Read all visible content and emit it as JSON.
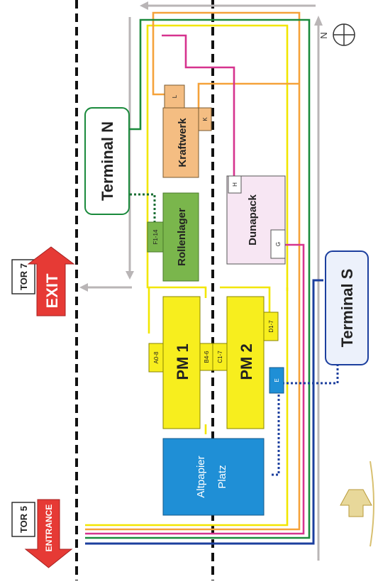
{
  "gates": {
    "tor5": "TOR 5",
    "tor7": "TOR 7",
    "entrance": "ENTRANCE",
    "exit": "EXIT"
  },
  "compass": {
    "north": "N"
  },
  "buildings": {
    "pm1": "PM 1",
    "pm2": "PM 2",
    "altpapier_line1": "Altpapier",
    "altpapier_line2": "Platz",
    "rollenlager": "Rollenlager",
    "kraftwerk": "Kraftwerk",
    "dunapack": "Dunapack",
    "terminal_n": "Terminal N",
    "terminal_s": "Terminal S"
  },
  "docks": {
    "a0_8": "A0-8",
    "b4_6": "B4-6",
    "c1_7": "C1-7",
    "d1_7": "D1-7",
    "e": "E",
    "f1_14": "F1-14",
    "g": "G",
    "h": "H",
    "k": "K",
    "l": "L"
  },
  "route_colors": {
    "yellow": "#f2e600",
    "orange": "#f5a23a",
    "magenta": "#d6338e",
    "green": "#1a8a3c",
    "blue": "#1c3f9e",
    "gray": "#b9b5b6"
  }
}
